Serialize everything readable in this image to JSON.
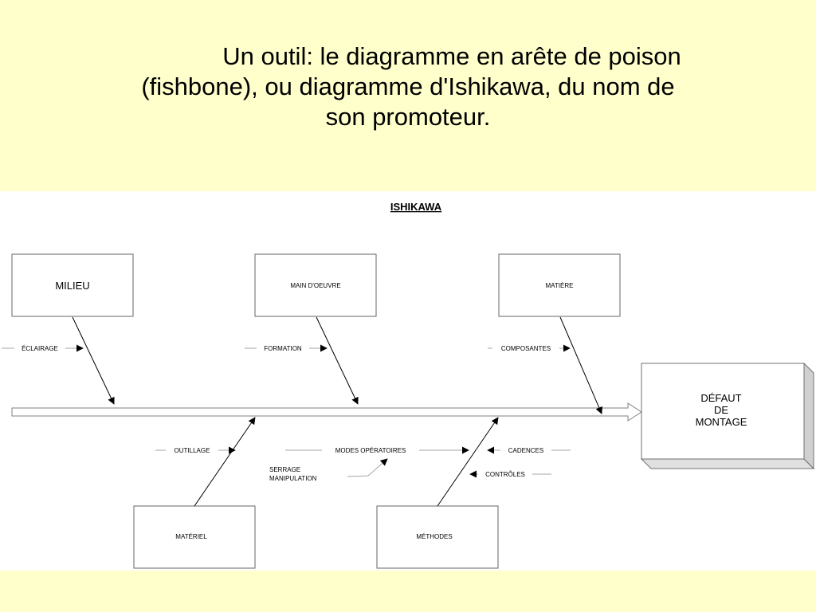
{
  "title": {
    "line1": "Un outil: le diagramme en arête de poison",
    "line2": "(fishbone), ou diagramme d'Ishikawa, du nom de",
    "line3": "son promoteur."
  },
  "diagram": {
    "heading": "ISHIKAWA",
    "effect": {
      "line1": "DÉFAUT",
      "line2": "DE",
      "line3": "MONTAGE"
    },
    "categories": {
      "milieu": "MILIEU",
      "main_oeuvre": "MAIN D'OEUVRE",
      "matiere": "MATIÈRE",
      "materiel": "MATÉRIEL",
      "methodes": "MÉTHODES"
    },
    "causes": {
      "eclairage": "ÉCLAIRAGE",
      "formation": "FORMATION",
      "composantes": "COMPOSANTES",
      "outillage": "OUTILLAGE",
      "modes_operatoires": "MODES OPÉRATOIRES",
      "serrage": "SERRAGE",
      "manipulation": "MANIPULATION",
      "cadences": "CADENCES",
      "controles": "CONTRÔLES"
    }
  }
}
